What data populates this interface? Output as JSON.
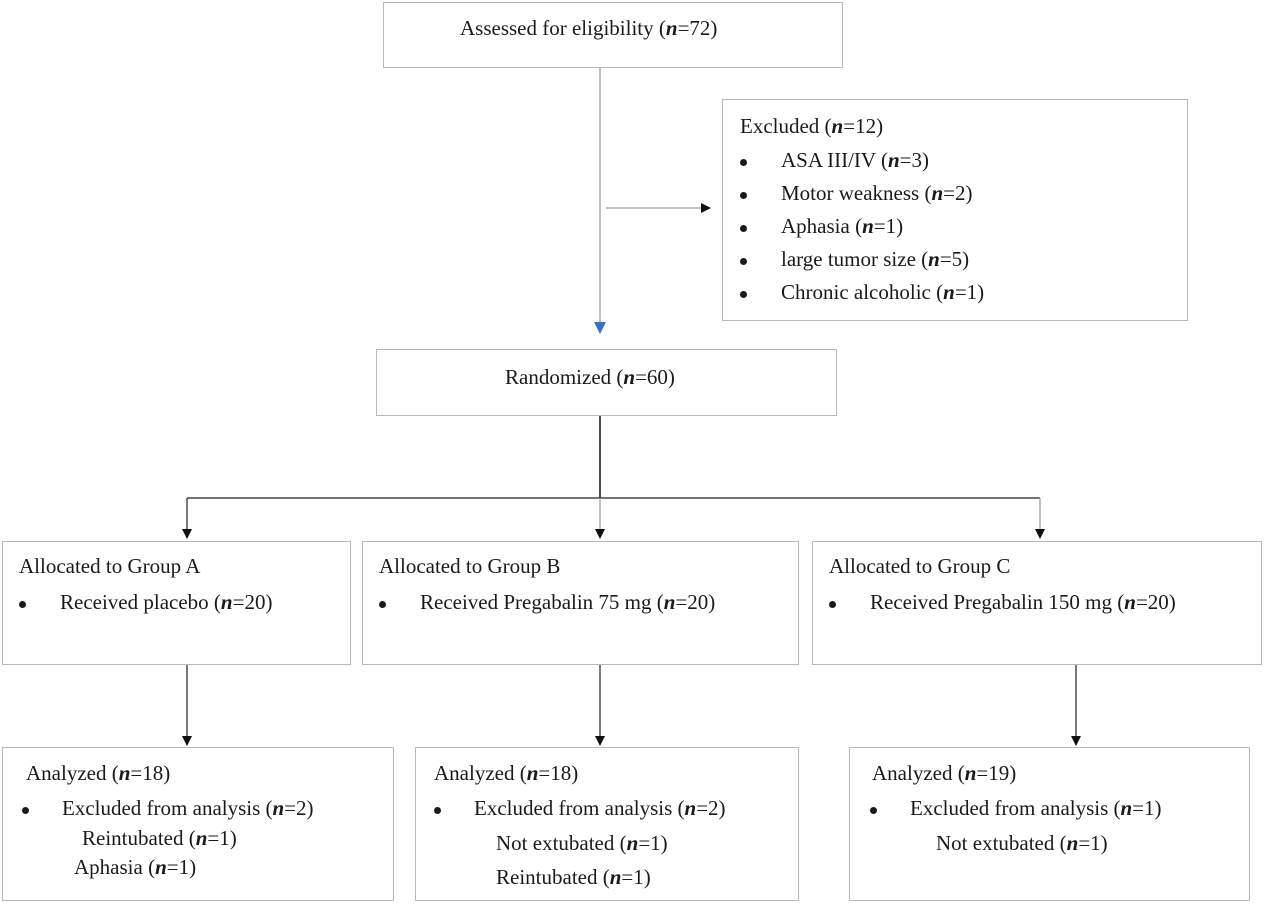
{
  "assessed": {
    "prefix": "Assessed for eligibility (",
    "n": "n",
    "suffix": "=72)"
  },
  "excluded": {
    "title": {
      "prefix": "Excluded (",
      "n": "n",
      "suffix": "=12)"
    },
    "items": [
      {
        "prefix": "ASA III/IV (",
        "n": "n",
        "suffix": "=3)"
      },
      {
        "prefix": "Motor weakness (",
        "n": "n",
        "suffix": "=2)"
      },
      {
        "prefix": "Aphasia (",
        "n": "n",
        "suffix": "=1)"
      },
      {
        "prefix": "large tumor size (",
        "n": "n",
        "suffix": "=5)"
      },
      {
        "prefix": "Chronic alcoholic (",
        "n": "n",
        "suffix": "=1)"
      }
    ]
  },
  "randomized": {
    "prefix": "Randomized (",
    "n": "n",
    "suffix": "=60)"
  },
  "groups": [
    {
      "title": "Allocated to Group A",
      "item": {
        "prefix": "Received placebo (",
        "n": "n",
        "suffix": "=20)"
      }
    },
    {
      "title": "Allocated to Group B",
      "item": {
        "prefix": "Received Pregabalin 75 mg (",
        "n": "n",
        "suffix": "=20)"
      }
    },
    {
      "title": "Allocated to Group C",
      "item": {
        "prefix": "Received Pregabalin 150 mg (",
        "n": "n",
        "suffix": "=20)"
      }
    }
  ],
  "analyzed": [
    {
      "title": {
        "prefix": "Analyzed (",
        "n": "n",
        "suffix": "=18)"
      },
      "excluded": {
        "prefix": "Excluded from analysis (",
        "n": "n",
        "suffix": "=2)"
      },
      "reasons": [
        {
          "prefix": "Reintubated (",
          "n": "n",
          "suffix": "=1)"
        },
        {
          "prefix": "Aphasia (",
          "n": "n",
          "suffix": "=1)"
        }
      ]
    },
    {
      "title": {
        "prefix": "Analyzed (",
        "n": "n",
        "suffix": "=18)"
      },
      "excluded": {
        "prefix": "Excluded from analysis (",
        "n": "n",
        "suffix": "=2)"
      },
      "reasons": [
        {
          "prefix": "Not extubated (",
          "n": "n",
          "suffix": "=1)"
        },
        {
          "prefix": "Reintubated (",
          "n": "n",
          "suffix": "=1)"
        }
      ]
    },
    {
      "title": {
        "prefix": "Analyzed (",
        "n": "n",
        "suffix": "=19)"
      },
      "excluded": {
        "prefix": "Excluded from analysis (",
        "n": "n",
        "suffix": "=1)"
      },
      "reasons": [
        {
          "prefix": "Not extubated (",
          "n": "n",
          "suffix": "=1)"
        }
      ]
    }
  ],
  "colors": {
    "border": "#b9b9b9",
    "connector": "#222222",
    "light_connector": "#9a9a9a",
    "blue_arrow": "#3b6fc4"
  }
}
